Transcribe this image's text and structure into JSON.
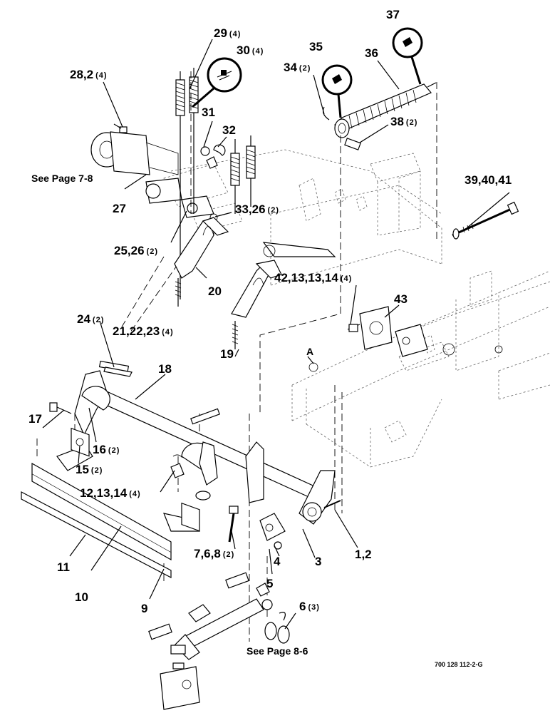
{
  "references": {
    "see_page_7_8": "See Page 7-8",
    "see_page_8_6": "See Page 8-6",
    "view_marker": "A"
  },
  "drawing_number": "700 128 112-2-G",
  "callouts": [
    {
      "id": "c29",
      "label": "29",
      "qty": "(4)"
    },
    {
      "id": "c30",
      "label": "30",
      "qty": "(4)"
    },
    {
      "id": "c28",
      "label": "28,2",
      "qty": "(4)"
    },
    {
      "id": "c31",
      "label": "31",
      "qty": ""
    },
    {
      "id": "c32",
      "label": "32",
      "qty": ""
    },
    {
      "id": "c37",
      "label": "37",
      "qty": ""
    },
    {
      "id": "c35",
      "label": "35",
      "qty": ""
    },
    {
      "id": "c36",
      "label": "36",
      "qty": ""
    },
    {
      "id": "c34",
      "label": "34",
      "qty": "(2)"
    },
    {
      "id": "c38",
      "label": "38",
      "qty": "(2)"
    },
    {
      "id": "c27",
      "label": "27",
      "qty": ""
    },
    {
      "id": "c39",
      "label": "39,40,41",
      "qty": ""
    },
    {
      "id": "c33",
      "label": "33,26",
      "qty": "(2)"
    },
    {
      "id": "c25",
      "label": "25,26",
      "qty": "(2)"
    },
    {
      "id": "c20",
      "label": "20",
      "qty": ""
    },
    {
      "id": "c42",
      "label": "42,13,13,14",
      "qty": "(4)"
    },
    {
      "id": "c43",
      "label": "43",
      "qty": ""
    },
    {
      "id": "c24",
      "label": "24",
      "qty": "(2)"
    },
    {
      "id": "c21",
      "label": "21,22,23",
      "qty": "(4)"
    },
    {
      "id": "c19",
      "label": "19",
      "qty": ""
    },
    {
      "id": "c18",
      "label": "18",
      "qty": ""
    },
    {
      "id": "c17",
      "label": "17",
      "qty": ""
    },
    {
      "id": "c16",
      "label": "16",
      "qty": "(2)"
    },
    {
      "id": "c15",
      "label": "15",
      "qty": "(2)"
    },
    {
      "id": "c12",
      "label": "12,13,14",
      "qty": "(4)"
    },
    {
      "id": "c7",
      "label": "7,6,8",
      "qty": "(2)"
    },
    {
      "id": "c4",
      "label": "4",
      "qty": ""
    },
    {
      "id": "c3",
      "label": "3",
      "qty": ""
    },
    {
      "id": "c1",
      "label": "1,2",
      "qty": ""
    },
    {
      "id": "c5",
      "label": "5",
      "qty": ""
    },
    {
      "id": "c11",
      "label": "11",
      "qty": ""
    },
    {
      "id": "c10",
      "label": "10",
      "qty": ""
    },
    {
      "id": "c9",
      "label": "9",
      "qty": ""
    },
    {
      "id": "c6",
      "label": "6",
      "qty": "(3)"
    }
  ]
}
